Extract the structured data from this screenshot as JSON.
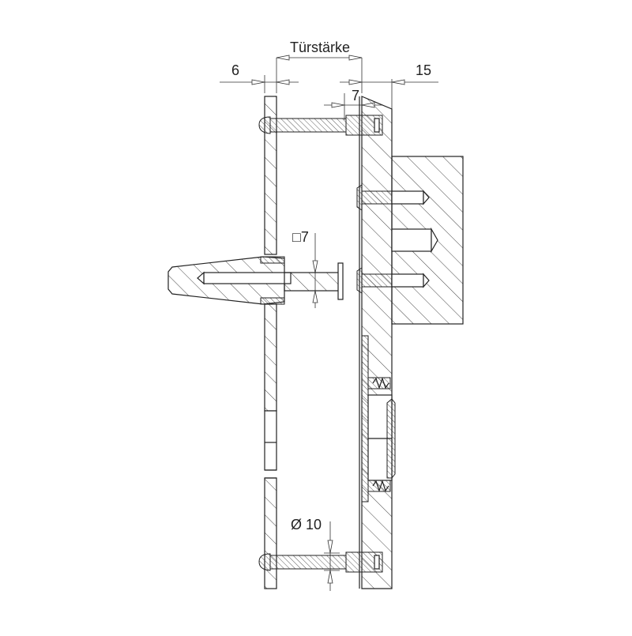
{
  "drawing": {
    "type": "technical cross-section drawing",
    "subject": "door handle / lever mounting with through-bolts",
    "dimensions": {
      "door_thickness_label": "Türstärke",
      "left_plate_label": "6",
      "right_plate_label": "15",
      "bolt_sleeve_label": "7",
      "spindle_square_label": "□7",
      "bolt_diameter_label": "Ø 10"
    },
    "colors": {
      "line": "#222222",
      "background": "#ffffff"
    }
  }
}
